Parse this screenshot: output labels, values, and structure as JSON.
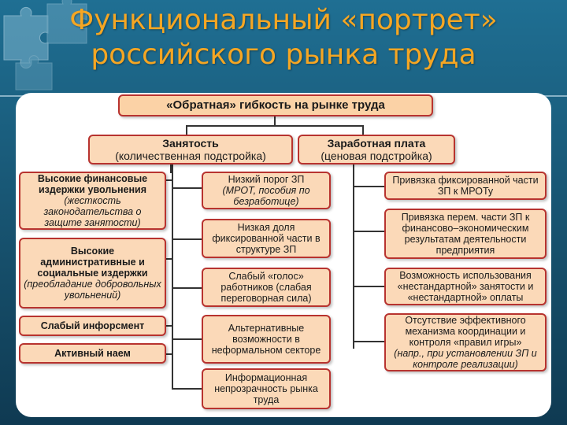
{
  "slide": {
    "title_line1": "Функциональный «портрет»",
    "title_line2": "российского рынка труда"
  },
  "diagram": {
    "top": "«Обратная» гибкость на рынке труда",
    "employment": {
      "title": "Занятость",
      "subtitle": "(количественная подстройка)"
    },
    "wage": {
      "title": "Заработная плата",
      "subtitle": "(ценовая подстройка)"
    },
    "left_column": [
      {
        "bold": "Высокие финансовые издержки увольнения",
        "italic": "(жесткость законодательства о защите занятости)"
      },
      {
        "bold": "Высокие административные и социальные издержки",
        "italic": "(преобладание добровольных увольнений)"
      },
      {
        "bold": "Слабый инфорсмент",
        "italic": ""
      },
      {
        "bold": "Активный наем",
        "italic": ""
      }
    ],
    "middle_column": [
      {
        "normal": "Низкий порог ЗП",
        "italic": "(МРОТ, пособия по безработице)"
      },
      {
        "normal": "Низкая доля фиксированной части в структуре ЗП",
        "italic": ""
      },
      {
        "normal": "Слабый «голос» работников (слабая переговорная сила)",
        "italic": ""
      },
      {
        "normal": "Альтернативные возможности в неформальном секторе",
        "italic": ""
      },
      {
        "normal": "Информационная непрозрачность рынка труда",
        "italic": ""
      }
    ],
    "right_column": [
      {
        "normal": "Привязка фиксированной части ЗП к МРОТу",
        "italic": ""
      },
      {
        "normal": "Привязка перем. части ЗП к финансово–экономическим результатам деятельности предприятия",
        "italic": ""
      },
      {
        "normal": "Возможность использования «нестандартной» занятости и «нестандартной» оплаты",
        "italic": ""
      },
      {
        "normal": "Отсутствие эффективного механизма координации и контроля «правил игры»",
        "italic": "(напр., при установлении ЗП и контроле реализации)"
      }
    ]
  }
}
